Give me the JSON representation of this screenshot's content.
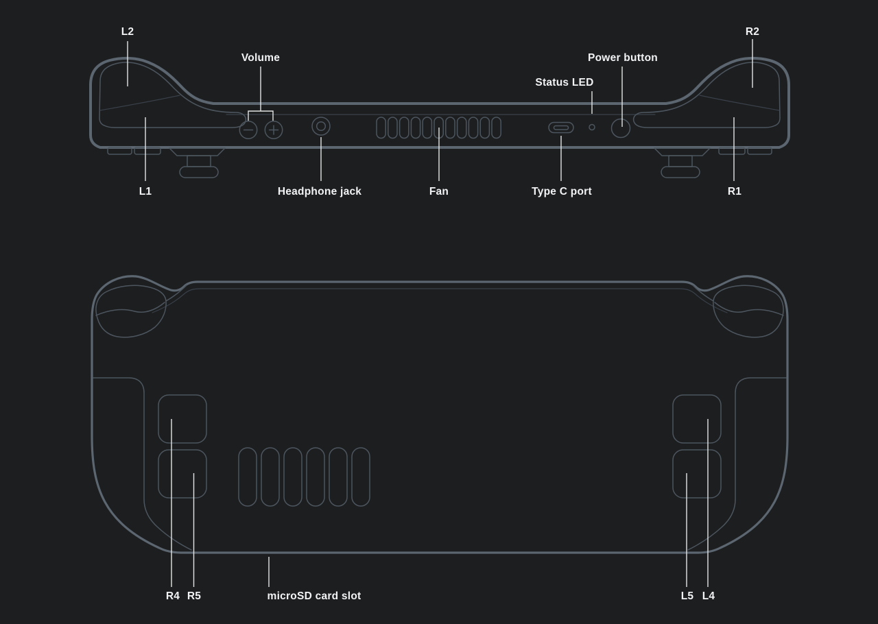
{
  "colors": {
    "background": "#1d1e20",
    "line_strong": "#5c6670",
    "line_mid": "#4d565f",
    "line_faint": "#3a414a",
    "leader": "#e4e5e6",
    "label_text": "#f2f3f4"
  },
  "top_view": {
    "labels": {
      "l2": "L2",
      "volume": "Volume",
      "status_led": "Status LED",
      "power_button": "Power button",
      "r2": "R2",
      "l1": "L1",
      "headphone_jack": "Headphone jack",
      "fan": "Fan",
      "type_c_port": "Type C port",
      "r1": "R1"
    }
  },
  "back_view": {
    "labels": {
      "r4": "R4",
      "r5": "R5",
      "microsd": "microSD card slot",
      "l5": "L5",
      "l4": "L4"
    }
  }
}
